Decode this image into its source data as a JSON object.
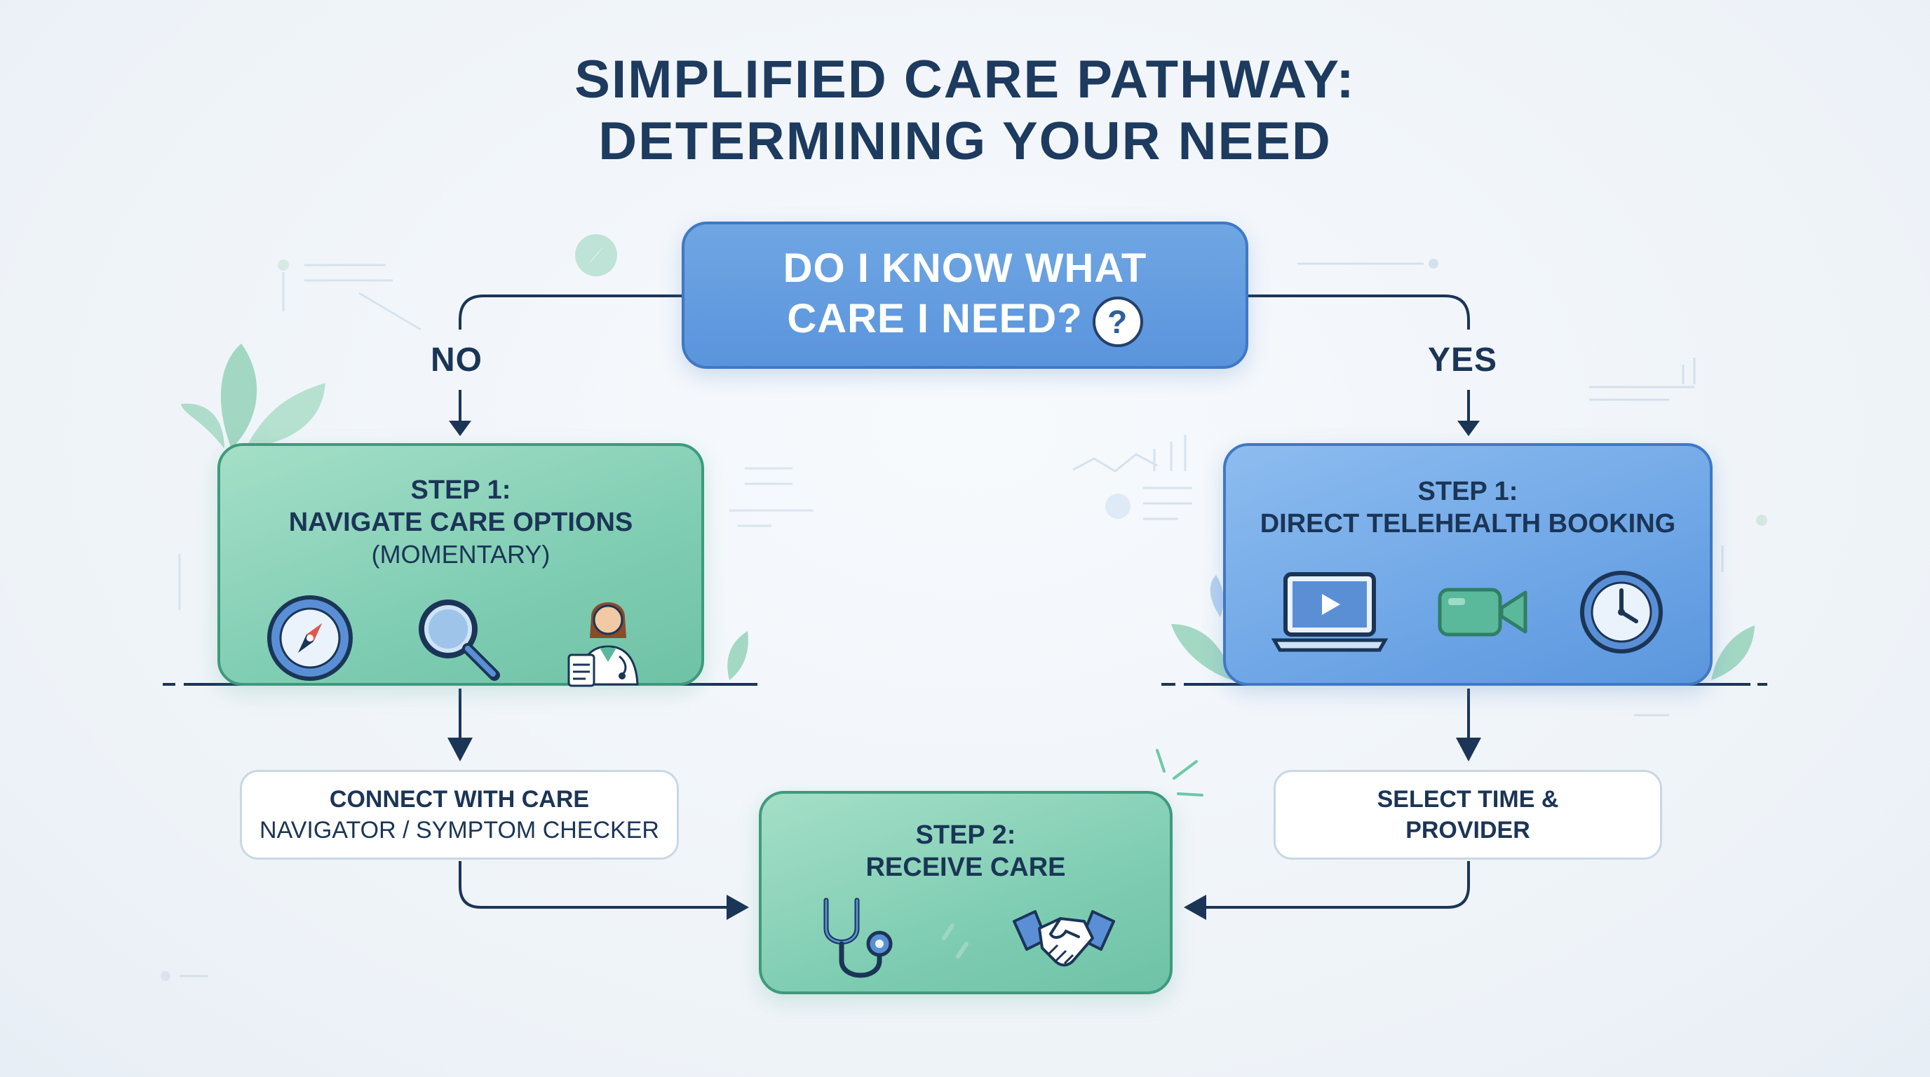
{
  "title": {
    "line1": "SIMPLIFIED CARE PATHWAY:",
    "line2": "DETERMINING YOUR NEED"
  },
  "question": {
    "line1": "DO I KNOW WHAT",
    "line2": "CARE I NEED?",
    "icon": "question-bubble-icon"
  },
  "branches": {
    "no": "NO",
    "yes": "YES"
  },
  "left_step": {
    "title": "STEP 1:",
    "line1": "NAVIGATE CARE OPTIONS",
    "line2": "(MOMENTARY)",
    "icons": [
      "compass-icon",
      "magnifier-icon",
      "doctor-icon"
    ]
  },
  "right_step": {
    "title": "STEP 1:",
    "line1": "DIRECT TELEHEALTH BOOKING",
    "icons": [
      "laptop-play-icon",
      "video-camera-icon",
      "clock-icon"
    ]
  },
  "left_action": {
    "line1": "CONNECT WITH CARE",
    "line2": "NAVIGATOR / SYMPTOM CHECKER"
  },
  "right_action": {
    "line1": "SELECT TIME &",
    "line2": "PROVIDER"
  },
  "final_step": {
    "title": "STEP 2:",
    "line1": "RECEIVE CARE",
    "icons": [
      "stethoscope-icon",
      "handshake-icon"
    ]
  },
  "colors": {
    "navy": "#1b3556",
    "green": "#7fcdb3",
    "blue": "#6ea6e6",
    "green_border": "#3e9a7d",
    "blue_border": "#3f78c4"
  }
}
